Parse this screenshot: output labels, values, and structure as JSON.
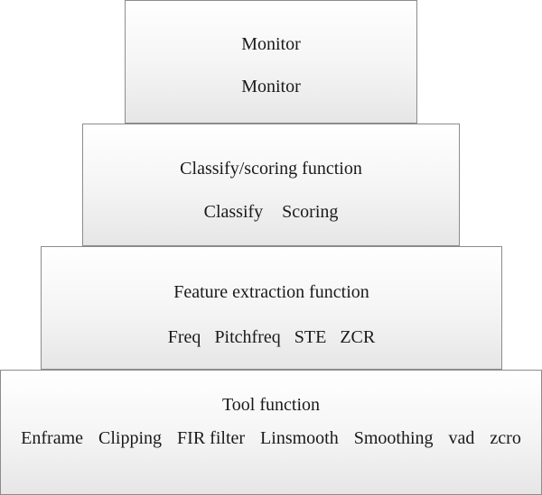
{
  "tiers": [
    {
      "title": "Monitor",
      "items": [
        "Monitor"
      ]
    },
    {
      "title": "Classify/scoring function",
      "items": [
        "Classify",
        "Scoring"
      ]
    },
    {
      "title": "Feature extraction function",
      "items": [
        "Freq",
        "Pitchfreq",
        "STE",
        "ZCR"
      ]
    },
    {
      "title": "Tool function",
      "items": [
        "Enframe",
        "Clipping",
        "FIR filter",
        "Linsmooth",
        "Smoothing",
        "vad",
        "zcro"
      ]
    }
  ]
}
